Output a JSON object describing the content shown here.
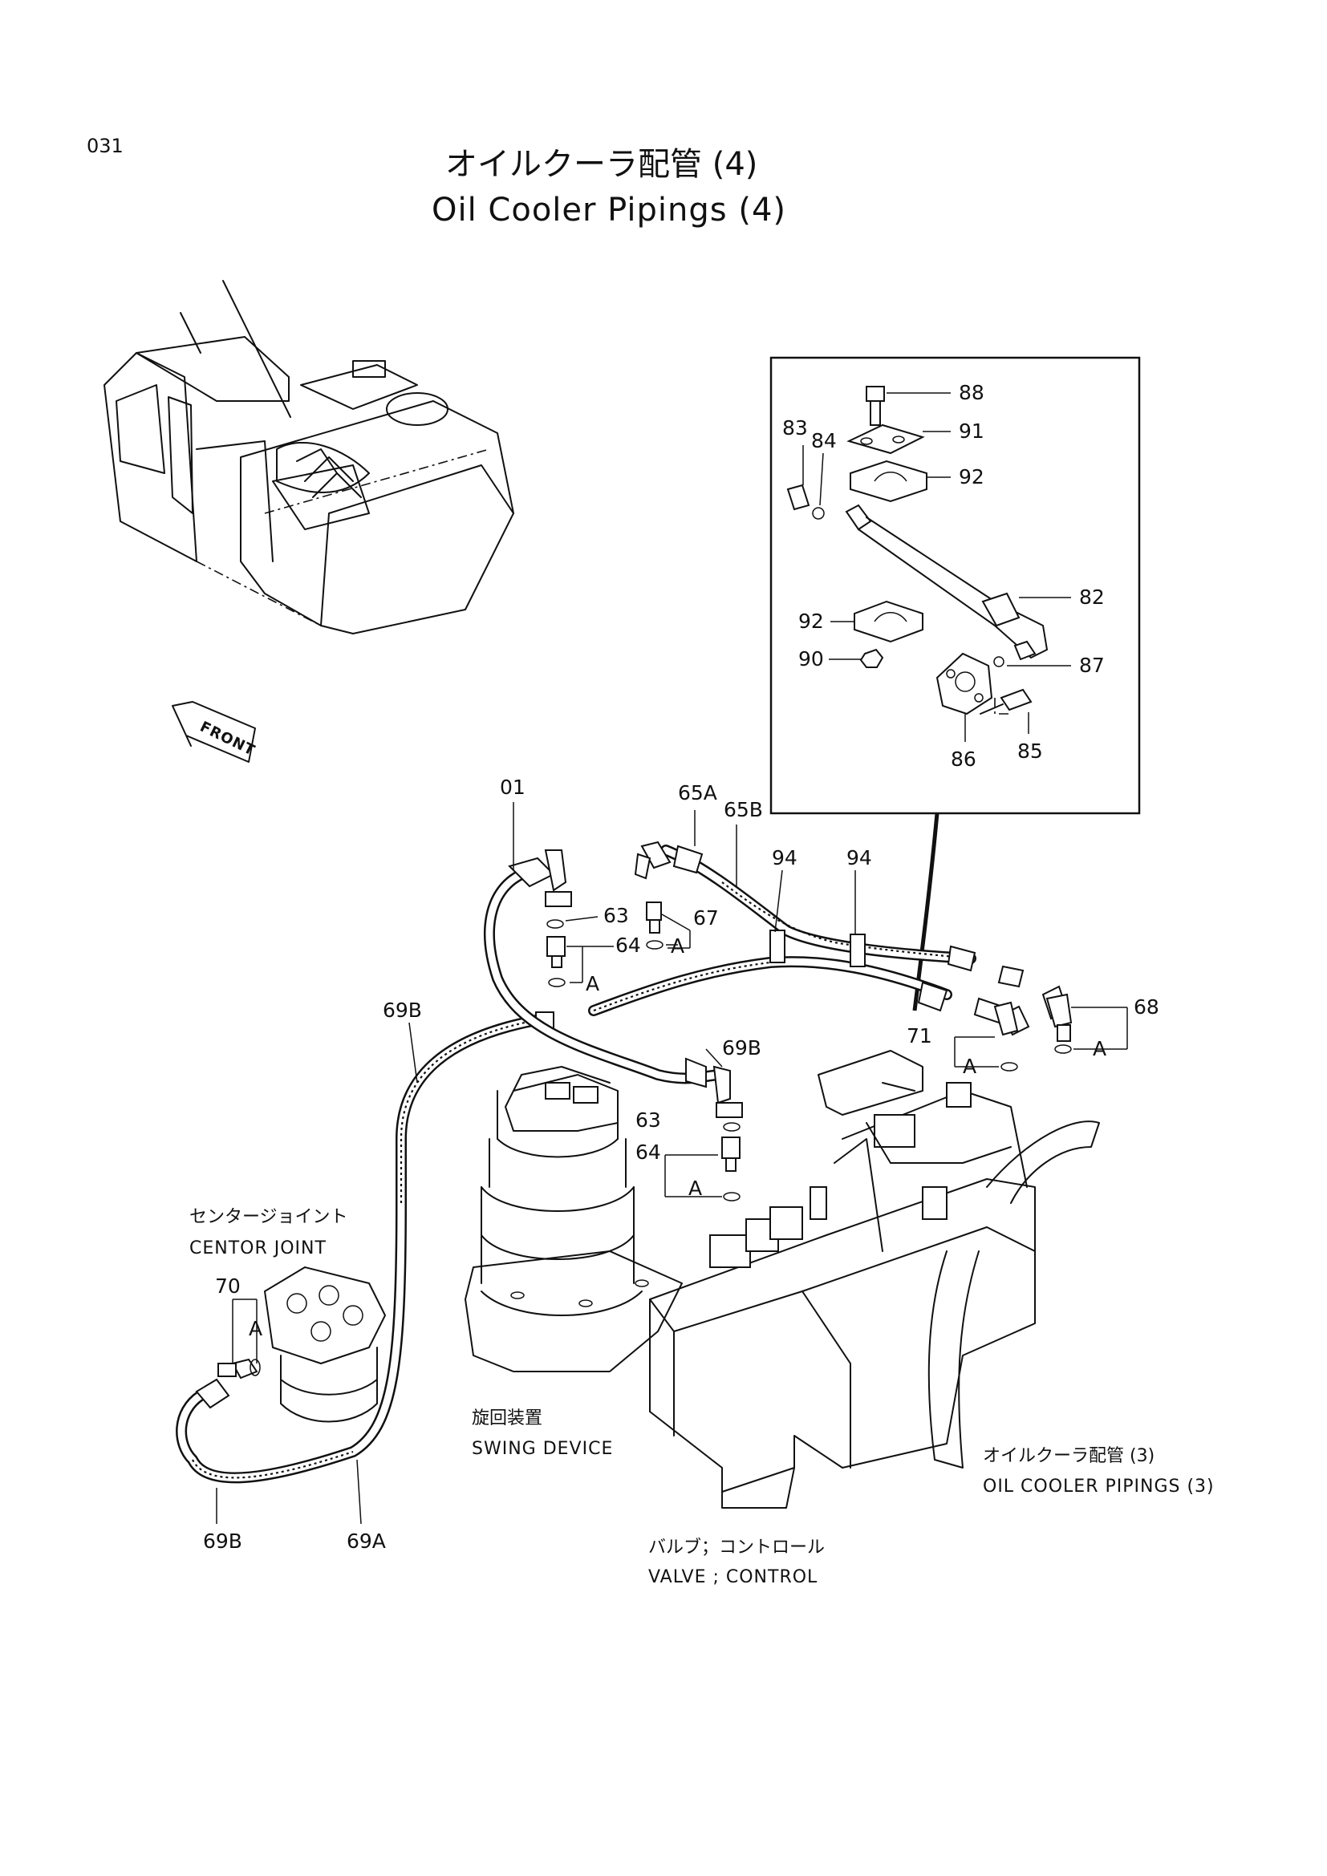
{
  "page_number": "031",
  "title_jp": "オイルクーラ配管 (4)",
  "title_en": "Oil Cooler Pipings (4)",
  "front_label": "FRONT",
  "assemblies": {
    "center_joint_jp": "センタージョイント",
    "center_joint_en": "CENTOR JOINT",
    "swing_device_jp": "旋回装置",
    "swing_device_en": "SWING DEVICE",
    "control_valve_jp": "バルブ；コントロール",
    "control_valve_en": "VALVE ; CONTROL",
    "oil_cooler_ref_jp": "オイルクーラ配管 (3)",
    "oil_cooler_ref_en": "OIL COOLER PIPINGS (3)"
  },
  "callouts": {
    "p01": "01",
    "p63a": "63",
    "p63b": "63",
    "p64a": "64",
    "p64b": "64",
    "p65a": "65A",
    "p65b": "65B",
    "p67": "67",
    "p68": "68",
    "p69a": "69A",
    "p69b_top": "69B",
    "p69b_mid": "69B",
    "p69b_bot": "69B",
    "p70": "70",
    "p71": "71",
    "p94a": "94",
    "p94b": "94",
    "p82": "82",
    "p83": "83",
    "p84": "84",
    "p85": "85",
    "p86": "86",
    "p87": "87",
    "p88": "88",
    "p90": "90",
    "p91": "91",
    "p92a": "92",
    "p92b": "92",
    "a1": "A",
    "a2": "A",
    "a3": "A",
    "a4": "A",
    "a5": "A",
    "a6": "A"
  }
}
